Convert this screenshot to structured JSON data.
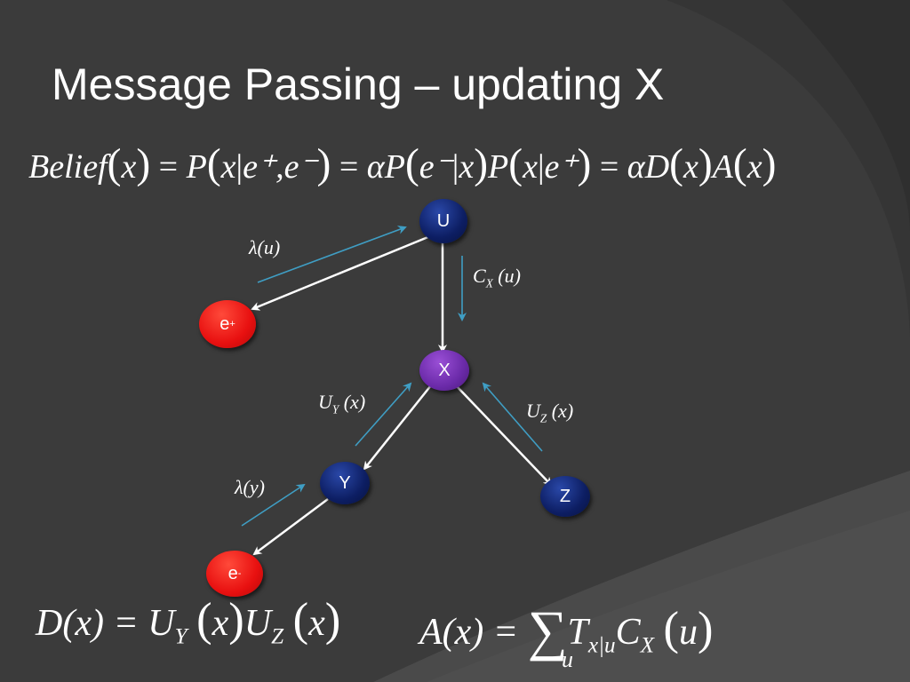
{
  "slide": {
    "title": "Message Passing – updating X"
  },
  "formulas": {
    "belief": {
      "lhs": "Belief",
      "p1": "P",
      "p2": "αP",
      "p3": "P",
      "d": "αD",
      "a": "A",
      "x": "x",
      "cond": "|",
      "eplus": "e⁺",
      "eminus": "e⁻",
      "eq": "="
    },
    "D_def": "D(x) = U",
    "A_def": "A(x) =",
    "sum_index": "u"
  },
  "nodes": {
    "U": "U",
    "X": "X",
    "Y": "Y",
    "Z": "Z",
    "e_plus": "e",
    "e_plus_sup": "+",
    "e_minus": "e",
    "e_minus_sup": "-"
  },
  "messages": {
    "lambda_u": "λ(u)",
    "cx_u_main": "C",
    "cx_u_sub": "X",
    "cx_u_arg": "(u)",
    "uy_x_main": "U",
    "uy_x_sub": "Y",
    "uy_x_arg": "(x)",
    "uz_x_main": "U",
    "uz_x_sub": "Z",
    "uz_x_arg": "(x)",
    "lambda_y": "λ(y)"
  },
  "colors": {
    "background": "#3b3b3b",
    "arrow_white": "#ffffff",
    "arrow_blue": "#3f9ec4",
    "node_blue": "#0d1e63",
    "node_purple": "#6a2aa8",
    "node_red": "#e81010"
  }
}
